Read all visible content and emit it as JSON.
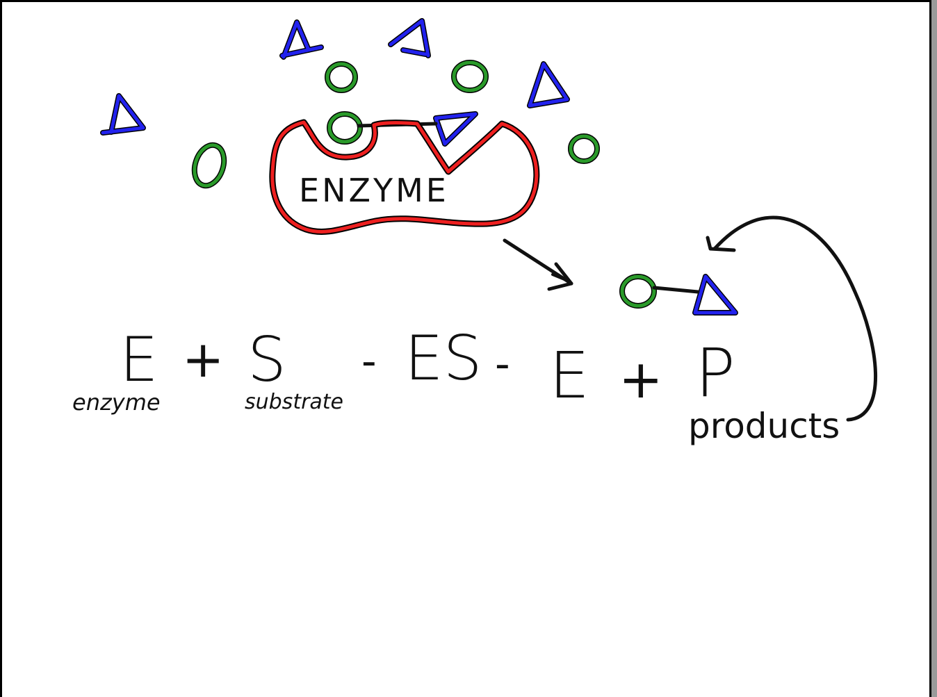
{
  "colors": {
    "substrate_triangle": "#2222ee",
    "substrate_circle": "#2a9a2a",
    "enzyme": "#ee2020",
    "ink": "#111111"
  },
  "diagram": {
    "enzyme_label": "ENZYME"
  },
  "equation": {
    "E": "E",
    "plus1": "+",
    "S": "S",
    "arrow1": "-",
    "ES": "ES",
    "arrow2": "-",
    "E2": "E",
    "plus2": "+",
    "P": "P",
    "enzyme_caption": "enzyme",
    "substrate_caption": "substrate",
    "products_caption": "products"
  }
}
